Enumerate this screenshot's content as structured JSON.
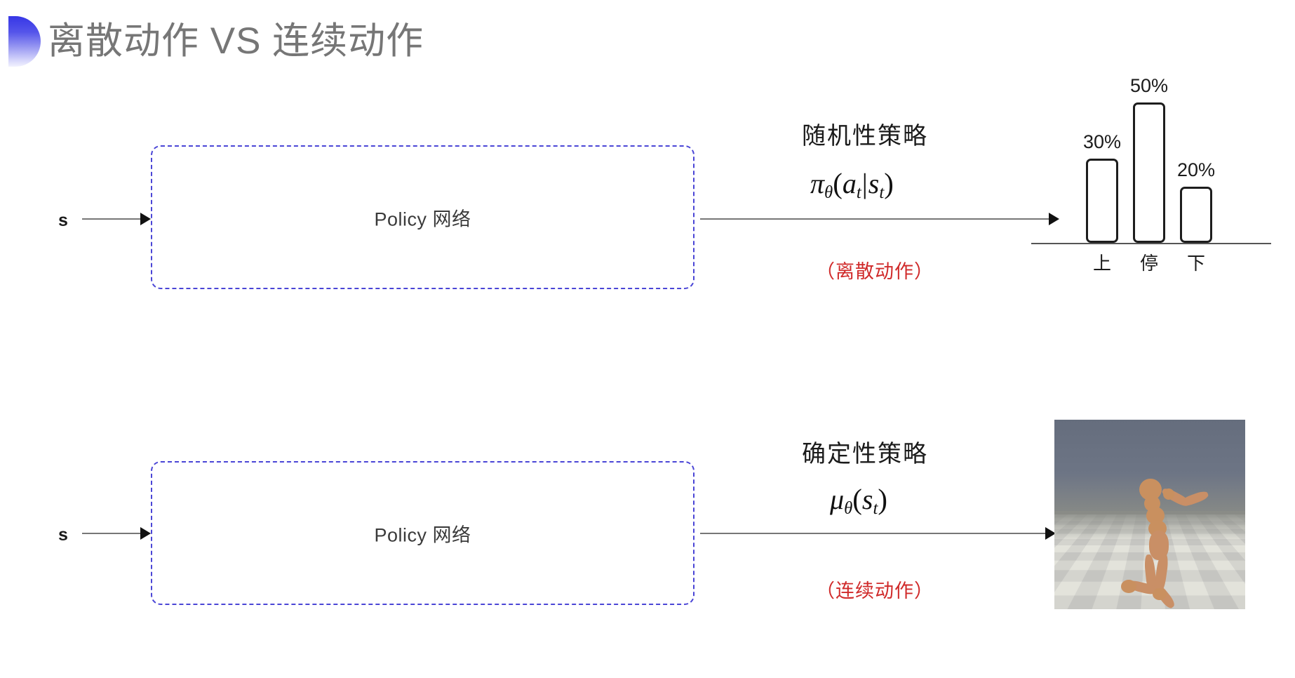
{
  "slide": {
    "title": "离散动作 VS 连续动作",
    "bullet_icon": "half-circle-gradient-icon",
    "background_color": "#ffffff",
    "title_color": "#767676",
    "accent_color": "#3636e6",
    "note_color": "#d02a2a",
    "box_border_color": "#4a45d6"
  },
  "rows": [
    {
      "id": "discrete",
      "input_label": "s",
      "policy_box_label": "Policy 网络",
      "policy_kind_heading": "随机性策略",
      "formula": {
        "base": "π",
        "base_sub": "θ",
        "open": "(",
        "arg1": "a",
        "arg1_sub": "t",
        "separator": "|",
        "arg2": "s",
        "arg2_sub": "t",
        "close": ")",
        "plain": "π_θ(a_t|s_t)"
      },
      "note": "（离散动作）",
      "output_kind": "bar-chart"
    },
    {
      "id": "continuous",
      "input_label": "s",
      "policy_box_label": "Policy 网络",
      "policy_kind_heading": "确定性策略",
      "formula": {
        "base": "μ",
        "base_sub": "θ",
        "open": "(",
        "arg1": "s",
        "arg1_sub": "t",
        "separator": "",
        "arg2": "",
        "arg2_sub": "",
        "close": ")",
        "plain": "μ_θ(s_t)"
      },
      "note": "（连续动作）",
      "output_kind": "humanoid-simulation-image"
    }
  ],
  "chart_data": {
    "type": "bar",
    "title": "",
    "categories": [
      "上",
      "停",
      "下"
    ],
    "values": [
      30,
      50,
      20
    ],
    "value_labels": [
      "30%",
      "50%",
      "20%"
    ],
    "xlabel": "",
    "ylabel": "",
    "ylim": [
      0,
      55
    ],
    "grid": false,
    "legend": "none",
    "bar_fill": "#ffffff",
    "bar_stroke": "#1d1d1d"
  },
  "humanoid_image": {
    "alt": "MuJoCo humanoid running on checkerboard floor",
    "sky_color": "#6d7585",
    "floor_pattern": "black-white-checkerboard",
    "figure_color": "#c98f66"
  }
}
